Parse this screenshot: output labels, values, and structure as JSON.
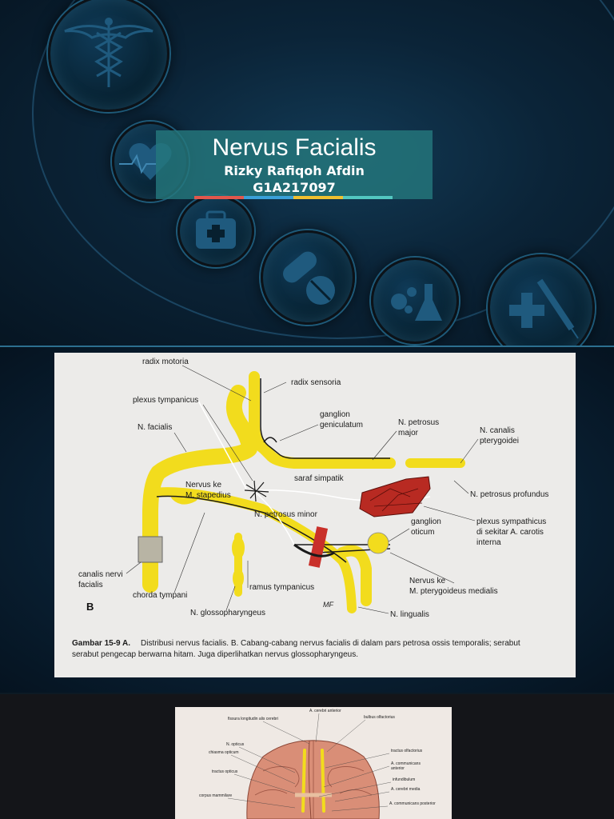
{
  "title_slide": {
    "title": "Nervus Facialis",
    "author": "Rizky Rafiqoh Afdin",
    "student_id": "G1A217097",
    "accent_colors": [
      "#e2574c",
      "#3aa0d8",
      "#f0c030",
      "#52c7c0"
    ],
    "icons": [
      "caduceus-icon",
      "heart-pulse-icon",
      "medical-kit-icon",
      "pills-icon",
      "lab-flask-icon",
      "syringe-icon"
    ]
  },
  "figure1": {
    "panel_letter": "B",
    "labels": {
      "radix_motoria": "radix motoria",
      "radix_sensoria": "radix sensoria",
      "plexus_tympanicus": "plexus tympanicus",
      "ganglion_geniculatum_1": "ganglion",
      "ganglion_geniculatum_2": "geniculatum",
      "n_petrosus_major_1": "N. petrosus",
      "n_petrosus_major_2": "major",
      "n_canalis_1": "N. canalis",
      "n_canalis_2": "pterygoidei",
      "n_facialis": "N. facialis",
      "saraf_simpatik": "saraf simpatik",
      "nervus_ke_stapedius_1": "Nervus ke",
      "nervus_ke_stapedius_2": "M. stapedius",
      "n_petrosus_profundus": "N. petrosus profundus",
      "n_petrosus_minor": "N. petrosus minor",
      "plexus_symp_1": "plexus sympathicus",
      "plexus_symp_2": "di sekitar A. carotis",
      "plexus_symp_3": "interna",
      "ganglion_oticum_1": "ganglion",
      "ganglion_oticum_2": "oticum",
      "canalis_nervi_1": "canalis nervi",
      "canalis_nervi_2": "facialis",
      "nervus_ke_ptery_1": "Nervus ke",
      "nervus_ke_ptery_2": "M. pterygoideus medialis",
      "chorda_tympani": "chorda tympani",
      "ramus_tympanicus": "ramus tympanicus",
      "n_glosso": "N. glossopharyngeus",
      "n_lingualis": "N. lingualis",
      "signature": "MF"
    },
    "caption_bold": "Gambar 15-9 A.",
    "caption_line1": "Distribusi nervus facialis. B. Cabang-cabang nervus facialis di dalam pars petrosa ossis temporalis; serabut pengecap berwarna hitam. Juga diperlihatkan nervus glossopharyngeus.",
    "caption_l1": "Distribusi nervus facialis. B. Cabang-cabang nervus facialis di dalam pars petrosa ossis temporalis; serabut",
    "caption_l2": "serabut pengecap berwarna hitam. Juga diperlihatkan nervus glossopharyngeus."
  },
  "figure2": {
    "labels": {
      "a_cerebri_anterior": "A. cerebri anterior",
      "fissura": "fissura longitudin alis cerebri",
      "bulbus": "bulbus olfactorius",
      "n_opticus": "N. opticus",
      "chiasma": "chiasma opticum",
      "tractus_olf": "tractus olfactorius",
      "a_communicans_1": "A. communicans",
      "a_communicans_2": "anterior",
      "tractus_opticus": "tractus opticus",
      "infundibulum": "infundibulum",
      "a_cerebri_media": "A. cerebri media",
      "corpus": "corpus mammilare",
      "a_communicans_post": "A. communicans posterior"
    }
  }
}
